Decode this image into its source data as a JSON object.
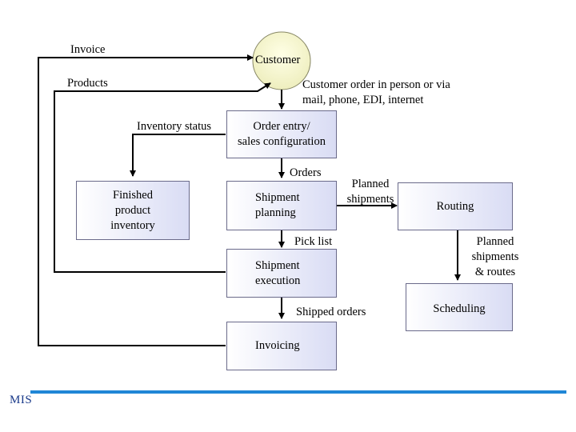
{
  "nodes": {
    "customer": "Customer",
    "order_entry": "Order entry/\nsales configuration",
    "finished_inventory": "Finished\nproduct\ninventory",
    "shipment_planning": "Shipment\nplanning",
    "routing": "Routing",
    "shipment_execution": "Shipment\nexecution",
    "invoicing": "Invoicing",
    "scheduling": "Scheduling"
  },
  "flows": {
    "invoice": "Invoice",
    "products": "Products",
    "customer_order": "Customer order in person or via\nmail, phone, EDI, internet",
    "inventory_status": "Inventory status",
    "orders": "Orders",
    "planned_shipments": "Planned\nshipments",
    "pick_list": "Pick list",
    "planned_routes": "Planned\nshipments\n& routes",
    "shipped_orders": "Shipped orders"
  },
  "footer": {
    "logo": "MIS"
  },
  "colors": {
    "box_fill_end": "#d9dcf4",
    "customer_fill": "#f4f4c8",
    "footer_bar": "#1f86d6",
    "line": "#000000"
  }
}
